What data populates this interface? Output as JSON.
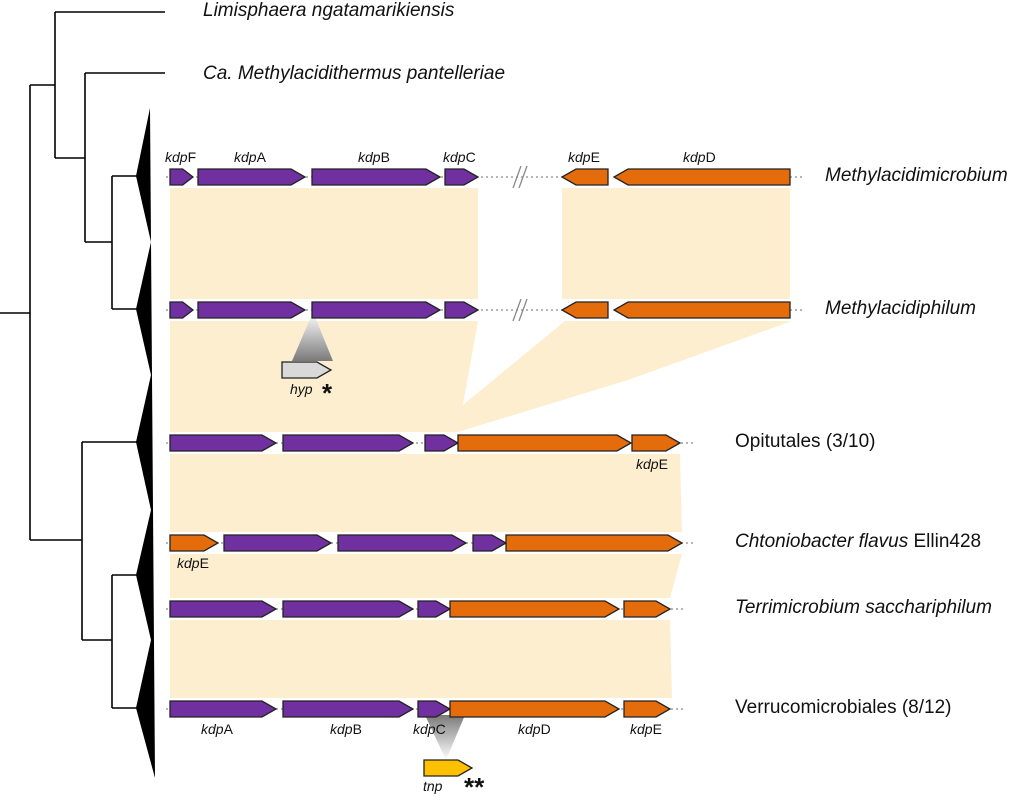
{
  "taxa": [
    {
      "id": "limisphaera",
      "parts": [
        {
          "text": "Limisphaera ngatamarikiensis",
          "italic": true
        }
      ]
    },
    {
      "id": "methylacidithermus",
      "parts": [
        {
          "text": "Ca. Methylacidithermus pantelleriae",
          "italic": true
        }
      ]
    },
    {
      "id": "methylacidimicrobium",
      "parts": [
        {
          "text": "Methylacidimicrobium",
          "italic": true
        }
      ]
    },
    {
      "id": "methylacidiphilum",
      "parts": [
        {
          "text": "Methylacidiphilum",
          "italic": true
        }
      ]
    },
    {
      "id": "opitutales",
      "parts": [
        {
          "text": "Opitutales (3/10)",
          "italic": false
        }
      ]
    },
    {
      "id": "chtoniobacter",
      "parts": [
        {
          "text": "Chtoniobacter flavus",
          "italic": true
        },
        {
          "text": " Ellin428",
          "italic": false
        }
      ]
    },
    {
      "id": "terrimicrobium",
      "parts": [
        {
          "text": "Terrimicrobium sacchariphilum",
          "italic": true
        }
      ]
    },
    {
      "id": "verrucomicrobiales",
      "parts": [
        {
          "text": "Verrucomicrobiales (8/12)",
          "italic": false
        }
      ]
    }
  ],
  "gene_labels": {
    "kdpF": {
      "prefix": "kdp",
      "suffix": "F"
    },
    "kdpA": {
      "prefix": "kdp",
      "suffix": "A"
    },
    "kdpB": {
      "prefix": "kdp",
      "suffix": "B"
    },
    "kdpC": {
      "prefix": "kdp",
      "suffix": "C"
    },
    "kdpD": {
      "prefix": "kdp",
      "suffix": "D"
    },
    "kdpE": {
      "prefix": "kdp",
      "suffix": "E"
    }
  },
  "insertions": {
    "hyp": {
      "name": "hyp",
      "mark": "*"
    },
    "tnp": {
      "name": "tnp",
      "mark": "**"
    }
  },
  "colors": {
    "kdpABCF": "#7030a0",
    "kdpDE": "#e46c0a",
    "hyp": "#d9d9d9",
    "tnp": "#ffc000",
    "synteny": "#fdeed0",
    "tree": "#000000"
  }
}
